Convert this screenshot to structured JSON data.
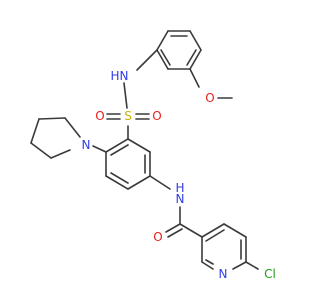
{
  "molecule": {
    "atoms": {
      "nh_sulfonamide": {
        "text": "N",
        "h": "H",
        "color": "#2f3ee8"
      },
      "o_methoxy": {
        "text": "O",
        "color": "#e8211c"
      },
      "s_sulfonyl": {
        "text": "S",
        "color": "#c8b400"
      },
      "o_sulfonyl_left": {
        "text": "O",
        "color": "#e8211c"
      },
      "o_sulfonyl_right": {
        "text": "O",
        "color": "#e8211c"
      },
      "n_pyrrolidine": {
        "text": "N",
        "color": "#2f3ee8"
      },
      "nh_amide": {
        "text": "N",
        "h": "H",
        "color": "#2f3ee8"
      },
      "o_amide": {
        "text": "O",
        "color": "#e8211c"
      },
      "n_pyridine": {
        "text": "N",
        "color": "#2f3ee8"
      },
      "cl": {
        "text": "Cl",
        "color": "#1aa01a"
      }
    },
    "bond_color": "#3a3a3a"
  }
}
